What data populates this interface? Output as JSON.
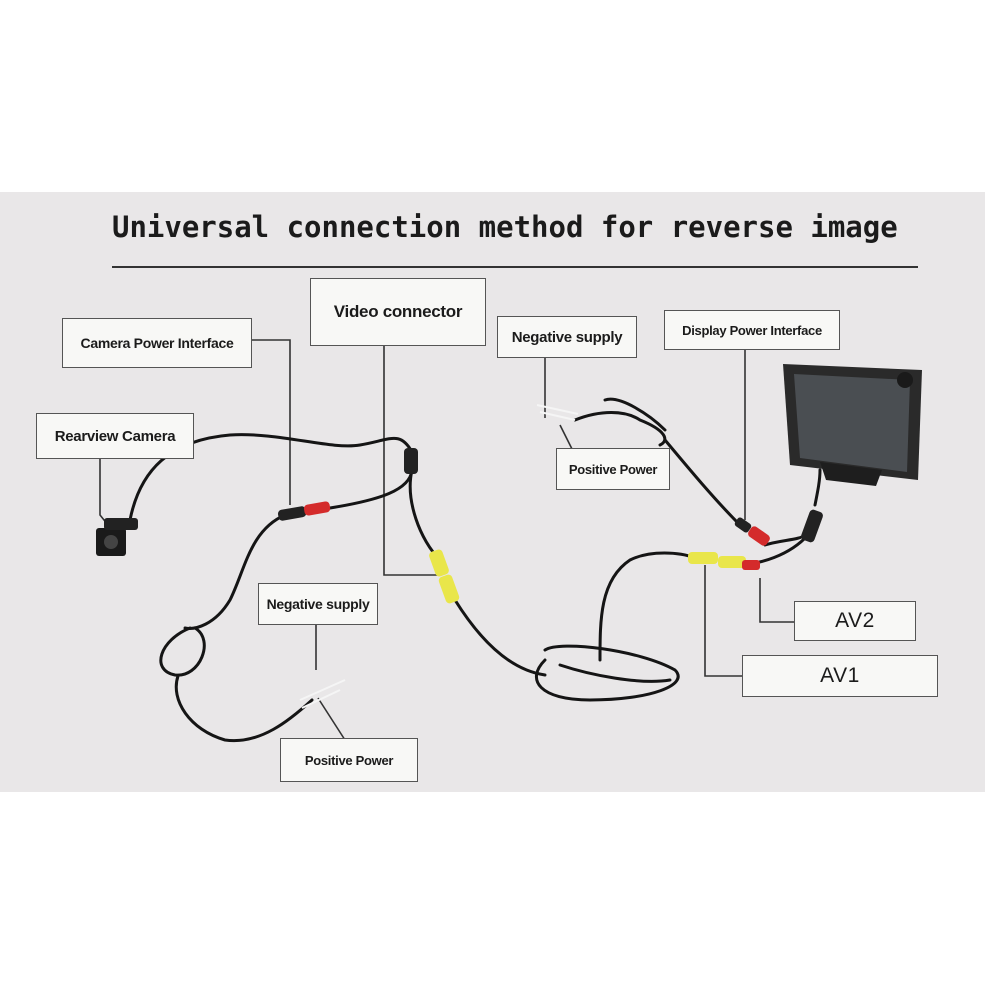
{
  "title": "Universal connection method for reverse image",
  "labels": {
    "camera_power_interface": "Camera Power Interface",
    "video_connector": "Video connector",
    "negative_supply_top": "Negative supply",
    "display_power_interface": "Display Power Interface",
    "rearview_camera": "Rearview Camera",
    "positive_power_top": "Positive Power",
    "negative_supply_bottom": "Negative supply",
    "positive_power_bottom": "Positive Power",
    "av2": "AV2",
    "av1": "AV1"
  },
  "colors": {
    "background": "#e9e7e8",
    "cable": "#151515",
    "red_plug": "#d42b2b",
    "yellow_plug": "#e9e64a",
    "monitor": "#2a2a2a"
  }
}
